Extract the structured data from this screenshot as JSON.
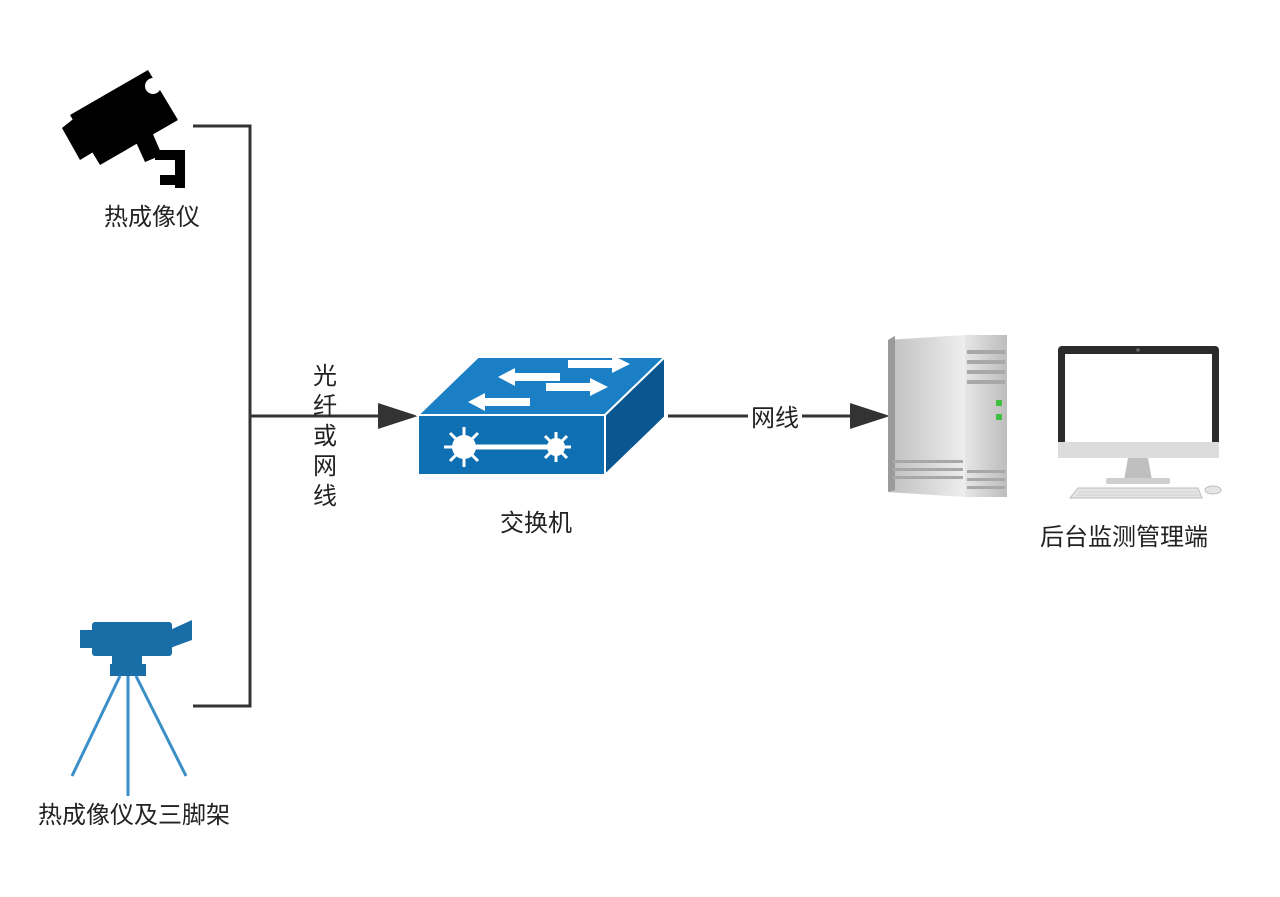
{
  "nodes": {
    "thermal_camera": {
      "label": "热成像仪",
      "icon": "security-camera-icon"
    },
    "thermal_camera_tripod": {
      "label": "热成像仪及三脚架",
      "icon": "camera-on-tripod-icon"
    },
    "switch": {
      "label": "交换机",
      "icon": "network-switch-icon"
    },
    "server": {
      "icon": "tower-server-icon"
    },
    "monitor_station": {
      "label": "后台监测管理端",
      "icon": "desktop-monitor-icon"
    }
  },
  "edges": {
    "cameras_to_switch": {
      "label": "光纤或网线"
    },
    "switch_to_server": {
      "label": "网线"
    }
  },
  "colors": {
    "line": "#333333",
    "switch_blue": "#0e6fb2",
    "switch_dark": "#0a5690",
    "tripod_camera": "#1a6ea8",
    "monitor_frame": "#2b2b2b",
    "server_gray": "#c9c9c9",
    "led_green": "#3fbf3f"
  }
}
